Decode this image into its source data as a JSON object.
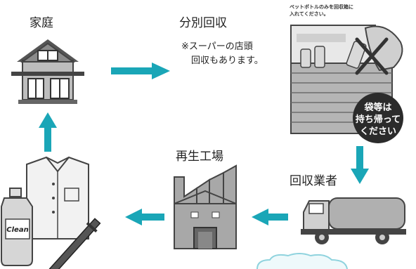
{
  "labels": {
    "home": "家庭",
    "separate": "分別回収",
    "collector": "回収業者",
    "factory": "再生工場"
  },
  "note": {
    "line1": "※スーパーの店頭",
    "line2": "回収もあります。"
  },
  "sign": {
    "line1": "ペットボトルのみを回収箱に",
    "line2": "入れてください。"
  },
  "badge": {
    "line1": "袋等は",
    "line2": "持ち帰って",
    "line3": "ください"
  },
  "products": {
    "bottle_label": "Clean"
  },
  "colors": {
    "arrow": "#1aa6b7",
    "badge": "#2b2b2b",
    "cloud": "#8fd3de",
    "illustration_gray": "#9a9a9a"
  }
}
